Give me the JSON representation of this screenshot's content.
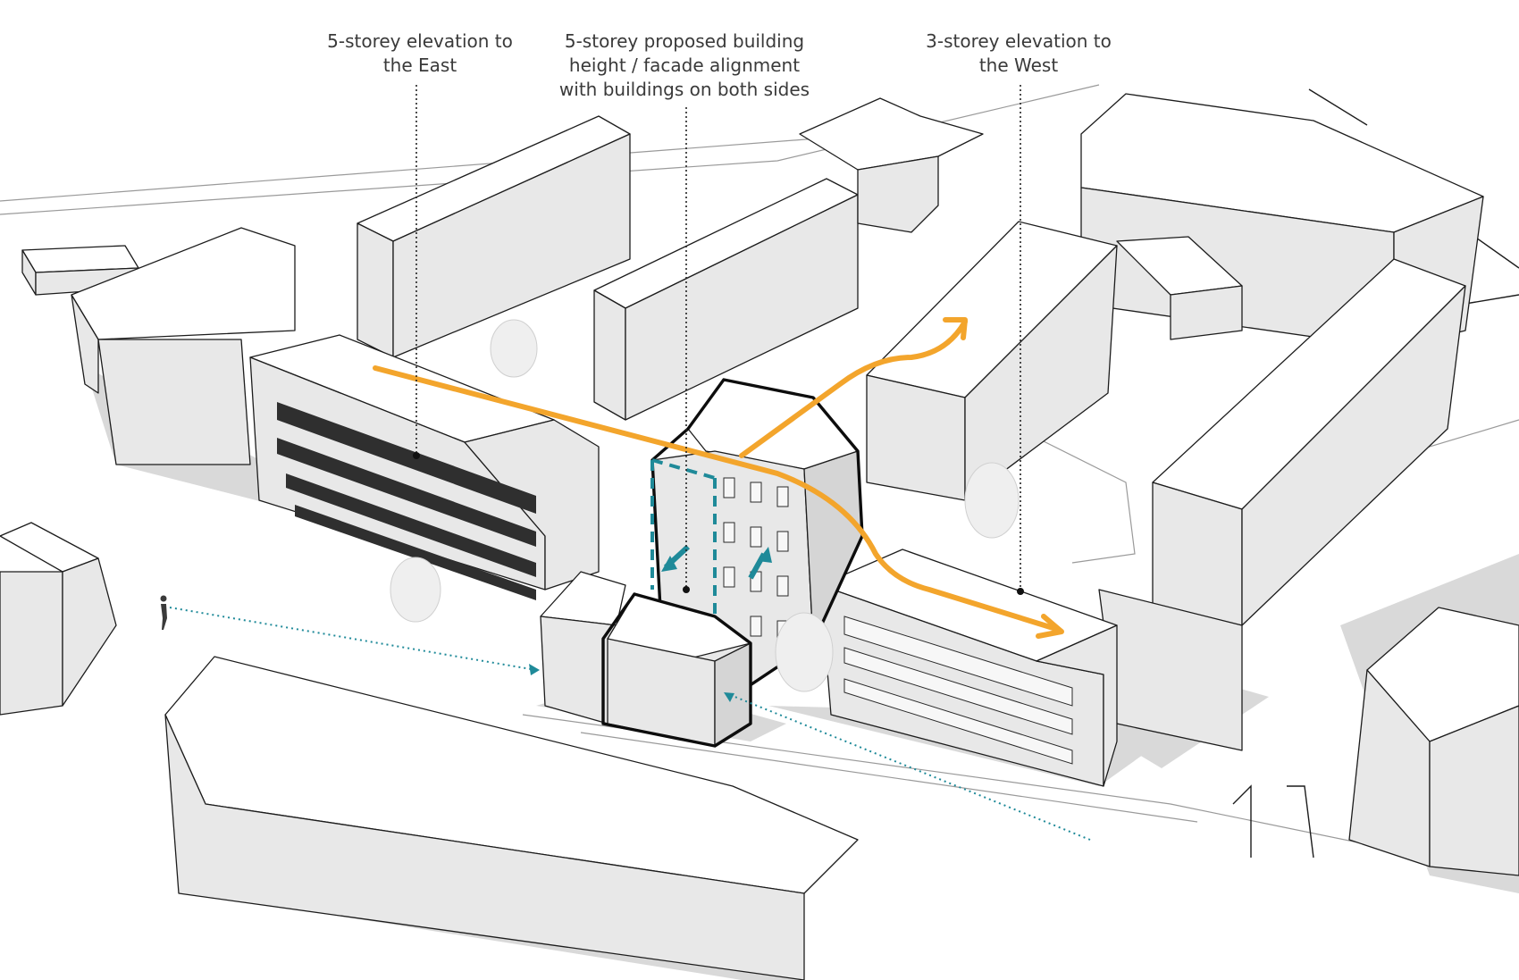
{
  "annotations": {
    "east": {
      "line1": "5-storey elevation to",
      "line2": "the East"
    },
    "proposed": {
      "line1": "5-storey proposed building",
      "line2": "height / facade alignment",
      "line3": "with buildings on both sides"
    },
    "west": {
      "line1": "3-storey elevation to",
      "line2": "the West"
    }
  },
  "colors": {
    "orange_arrow": "#f3a52c",
    "teal_arrow": "#1f8a99",
    "building_fill": "#e8e8e8",
    "outline": "#1c1c1c"
  },
  "icons": [
    "pedestrian-icon",
    "orange-route-arrow",
    "teal-view-arrow",
    "tree-icon"
  ]
}
